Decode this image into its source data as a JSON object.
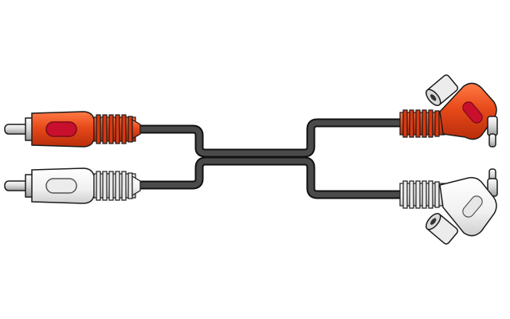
{
  "illustration": {
    "subject": "twin-rca-cable",
    "plugs": [
      {
        "id": "left-red-plug",
        "color": "red"
      },
      {
        "id": "left-white-plug",
        "color": "white"
      }
    ],
    "sockets": [
      {
        "id": "right-red-right-angle-connector",
        "color": "red"
      },
      {
        "id": "right-white-right-angle-connector",
        "color": "white"
      }
    ]
  },
  "colors": {
    "background": "#ffffff",
    "cable": "#4a4a4a",
    "cable_edge": "#111111",
    "red": "#e84a1a",
    "red_dark": "#b82d0b",
    "red_insert": "#c8102e",
    "white": "#f2f2f2",
    "white_shade": "#d9d9d9",
    "metal": "#cfcfcf",
    "outline": "#1b1b1b"
  }
}
